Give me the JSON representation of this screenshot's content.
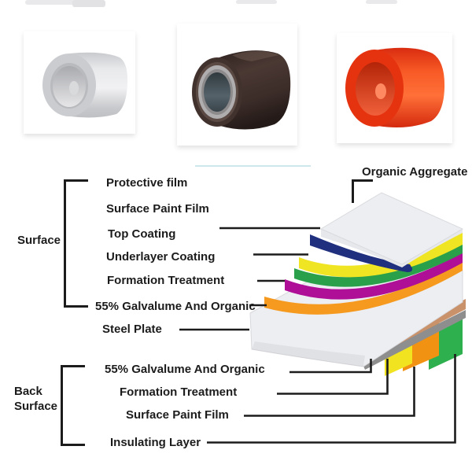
{
  "products": [
    {
      "kind": "light-gray-coil",
      "body": "#d8d8dc",
      "face": "#cbccd0",
      "ring": "#b9babe",
      "recess_dark": "#a9aaae",
      "recess_light": "#e4e4e6"
    },
    {
      "kind": "dark-brown-coil",
      "body": "#3c2d29",
      "face": "#42322e",
      "ring_brown": "#5b4a44",
      "ring_metal": "#b0adaf",
      "ring_inner": "#8d8a8c",
      "hole": "#3d4a51"
    },
    {
      "kind": "red-coil",
      "body": "#ee4018",
      "face": "#e5330f",
      "recess": "#c52b0d",
      "core": "#ff8a62"
    }
  ],
  "divider_line_color": "#aed8db",
  "diagram": {
    "groups": {
      "surface": {
        "label": "Surface"
      },
      "back": {
        "label_line1": "Back",
        "label_line2": "Surface"
      }
    },
    "organic_aggregate": {
      "label": "Organic Aggregate"
    },
    "line_color": "#1c1c1c",
    "layers": {
      "protective_film": {
        "label": "Protective film",
        "color": "#e7e8ec",
        "top_color": "#edeef2"
      },
      "surface_paint_film": {
        "label": "Surface Paint Film",
        "color": "#20307f"
      },
      "top_coating": {
        "label": "Top Coating",
        "color": "#f0e522"
      },
      "underlayer_coating": {
        "label": "Underlayer Coating",
        "color": "#2ba04a"
      },
      "formation_treatment": {
        "label": "Formation Treatment",
        "color": "#ae0f96"
      },
      "galvalume": {
        "label": "55% Galvalume And Organic",
        "color": "#f6991f"
      },
      "steel_plate": {
        "label": "Steel Plate",
        "color": "#eceef1"
      },
      "back_galvalume": {
        "label": "55% Galvalume And Organic",
        "color": "#c9926b"
      },
      "back_formation": {
        "label": "Formation Treatment",
        "color": "#8e8e8e"
      },
      "back_surface_paint_film": {
        "label": "Surface Paint Film",
        "color": "#f2e320"
      },
      "insulating_layer": {
        "label": "Insulating Layer",
        "color": "#f29212",
        "green_color": "#2fb04e"
      }
    }
  }
}
